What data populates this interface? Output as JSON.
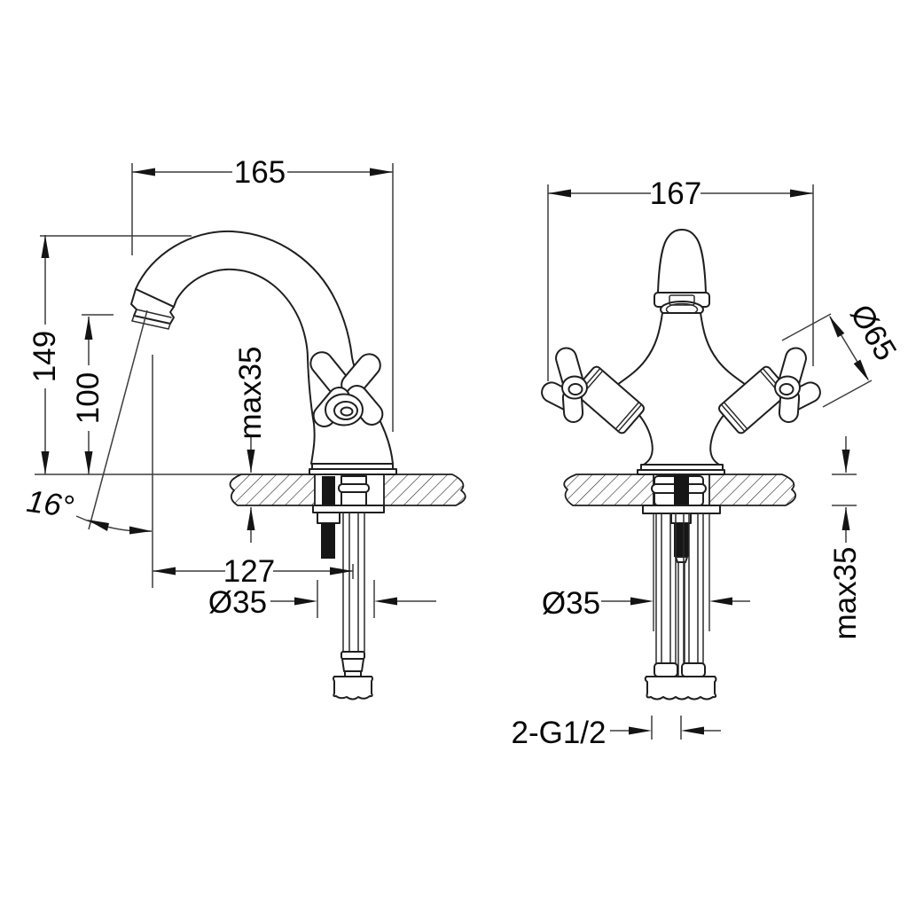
{
  "drawing_title": "basin-mixer-tap-dimension-drawing",
  "side_view": {
    "spout_reach": "165",
    "overall_height": "149",
    "spout_height": "100",
    "deck_thickness_max": "max35",
    "stream_angle": "16°",
    "reach_to_axis": "127",
    "hole_diameter": "Ø35"
  },
  "front_view": {
    "overall_width": "167",
    "handle_diameter": "Ø65",
    "deck_thickness_max": "max35",
    "hole_diameter": "Ø35",
    "inlet_threads": "2-G1/2"
  }
}
